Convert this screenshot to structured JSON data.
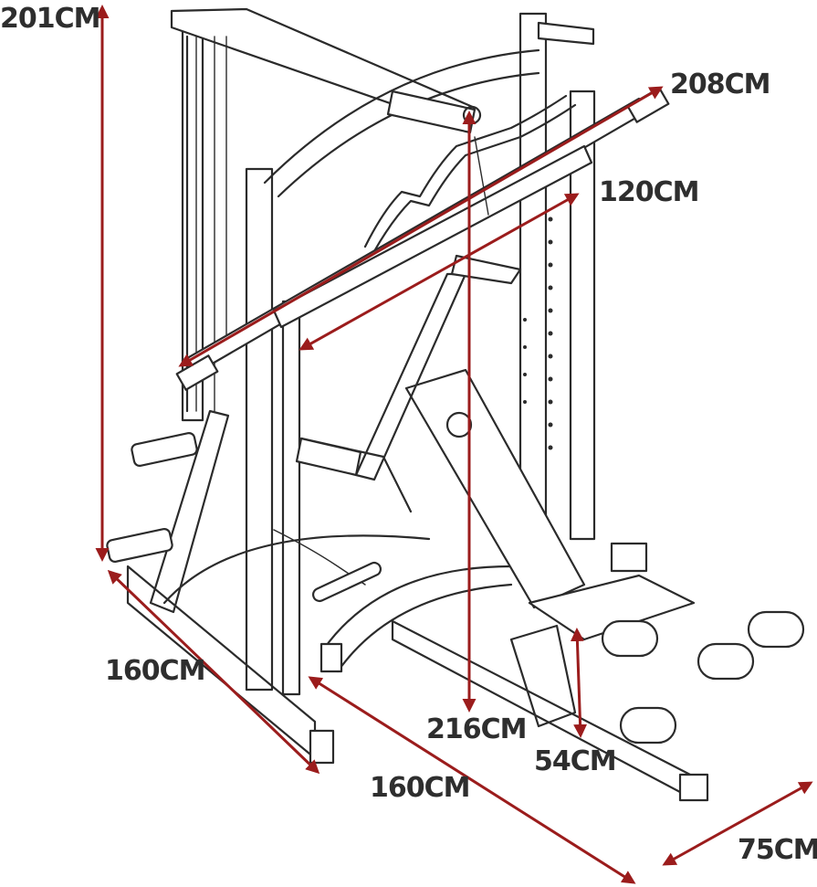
{
  "colors": {
    "dimension_line": "#9b1c1c",
    "label_text": "#2e2e2e",
    "outline": "#2b2b2b"
  },
  "dimensions": {
    "height_left": "201CM",
    "bar_length": "208CM",
    "bar_height_inner": "120CM",
    "total_height": "216CM",
    "bench_height": "54CM",
    "depth_left": "160CM",
    "width_front": "160CM",
    "bench_depth": "75CM"
  }
}
